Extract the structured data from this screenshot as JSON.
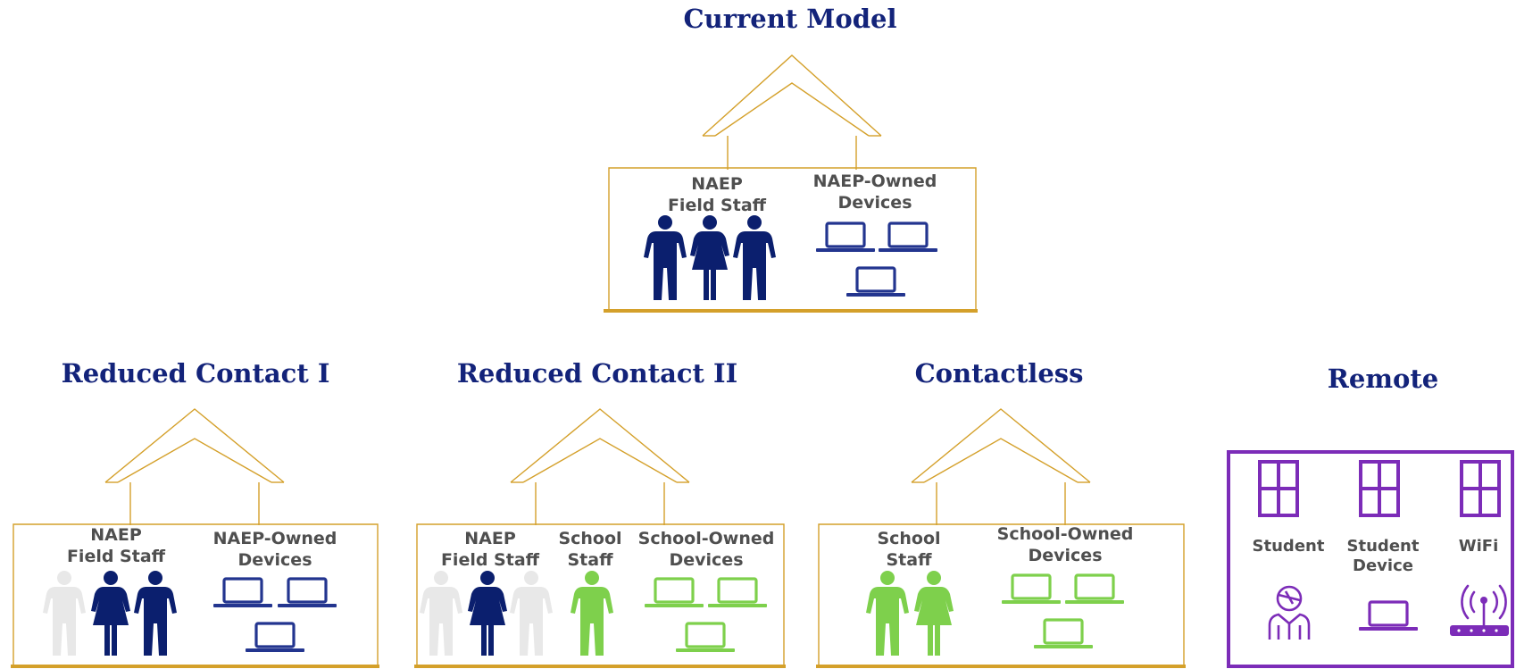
{
  "colors": {
    "title": "#13237a",
    "label": "#4f4f4f",
    "naep_staff": "#0b1f6e",
    "faded_staff": "#e8e8e8",
    "school_green": "#7ed04c",
    "naep_device": "#23358f",
    "remote_purple": "#7c2cb8",
    "house_outline": "#d4a02a"
  },
  "current_model": {
    "title": "Current Model",
    "labels": {
      "staff": "NAEP\nField Staff",
      "devices": "NAEP-Owned\nDevices"
    }
  },
  "reduced_contact_1": {
    "title": "Reduced Contact I",
    "labels": {
      "staff": "NAEP\nField Staff",
      "devices": "NAEP-Owned\nDevices"
    }
  },
  "reduced_contact_2": {
    "title": "Reduced Contact II",
    "labels": {
      "staff": "NAEP\nField Staff",
      "school_staff": "School\nStaff",
      "devices": "School-Owned\nDevices"
    }
  },
  "contactless": {
    "title": "Contactless",
    "labels": {
      "school_staff": "School\nStaff",
      "devices": "School-Owned\nDevices"
    }
  },
  "remote": {
    "title": "Remote",
    "labels": {
      "student": "Student",
      "student_device": "Student\nDevice",
      "wifi": "WiFi"
    }
  }
}
